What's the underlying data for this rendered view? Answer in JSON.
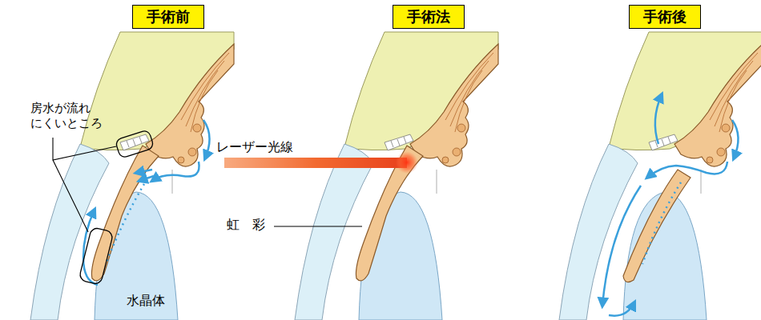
{
  "diagram": {
    "nodes": [
      {
        "text": [
          "手術前"
        ]
      },
      {
        "text": [
          "手術法"
        ]
      },
      {
        "text": [
          "手術後"
        ]
      }
    ],
    "labels": [
      "房水が流れ にくいところ",
      "レーザー光線",
      "虹　彩",
      "水晶体"
    ]
  }
}
